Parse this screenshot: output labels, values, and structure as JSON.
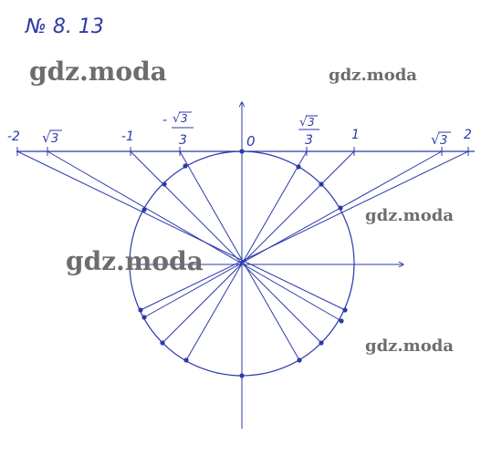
{
  "header": {
    "problem_label": "№ 8. 13"
  },
  "watermarks": [
    "gdz.moda",
    "gdz.moda",
    "gdz.moda",
    "gdz.moda",
    "gdz.moda"
  ],
  "axis_labels": {
    "origin": "0",
    "neg_two": "-2",
    "neg_one": "-1",
    "one": "1",
    "two": "2",
    "sqrt_symbol": "√",
    "three": "3",
    "minus": "-"
  },
  "colors": {
    "ink": "#2b3aa8",
    "watermark": "#6d6d6d",
    "background": "#ffffff"
  }
}
